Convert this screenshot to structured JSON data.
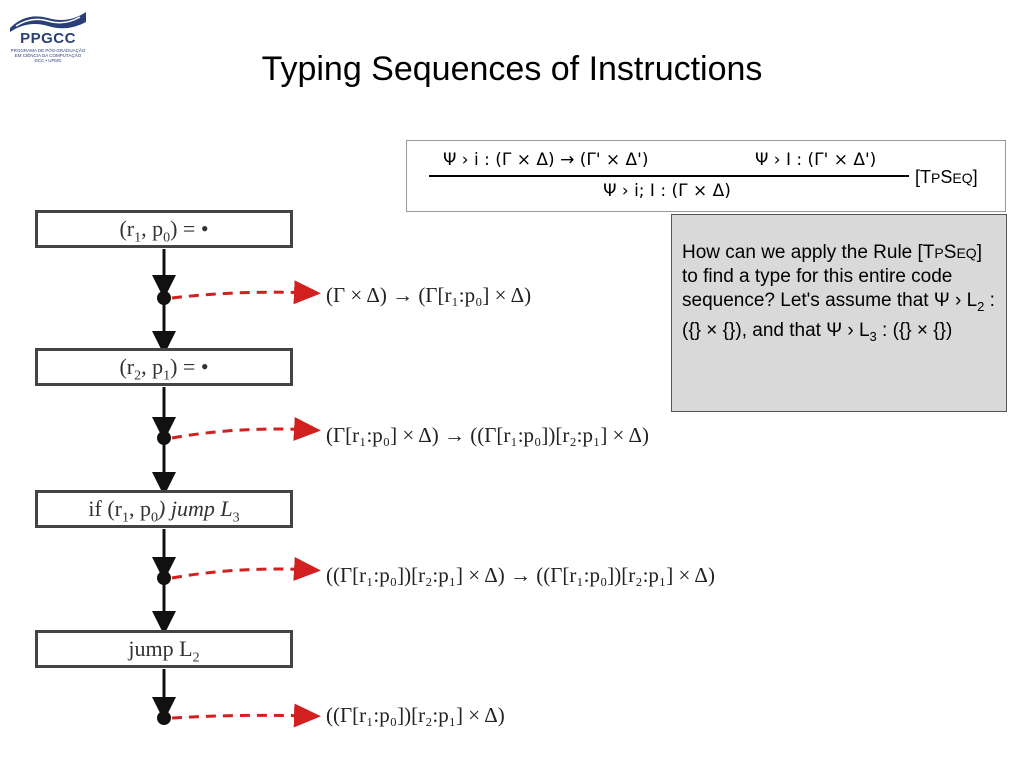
{
  "logo": {
    "text": "PPGCC",
    "sub1": "PROGRAMA DE PÓS-GRADUAÇÃO",
    "sub2": "EM CIÊNCIA DA COMPUTAÇÃO",
    "sub3": "DCC • UFMG"
  },
  "slide": {
    "title": "Typing Sequences of Instructions"
  },
  "rule": {
    "premise_left": "Ψ › i : (Γ × Δ) → (Γ' × Δ')",
    "premise_right": "Ψ › I : (Γ' × Δ')",
    "conclusion": "Ψ › i; I : (Γ × Δ)",
    "name_open": "[",
    "name_t": "T",
    "name_p": "P",
    "name_s": "S",
    "name_eq": "EQ",
    "name_close": "]"
  },
  "question": {
    "intro": "How can we apply the Rule",
    "rule_open": "[T",
    "rule_p": "P",
    "rule_s": "S",
    "rule_eq": "EQ",
    "rule_rest": "] to find a type for this entire code sequence? Let's assume that Ψ › L",
    "sub2": "2",
    "mid": " : ({} × {}), and that Ψ › L",
    "sub3": "3",
    "end": " : ({} × {})"
  },
  "flow": {
    "instructions": [
      {
        "pre": "(r",
        "s1": "1",
        "mid": ", p",
        "s2": "0",
        "post": ") = •"
      },
      {
        "pre": "(r",
        "s1": "2",
        "mid": ", p",
        "s2": "1",
        "post": ") = •"
      },
      {
        "pre": "if (r",
        "s1": "1",
        "mid": ", p",
        "s2": "0",
        "post": ") jump L",
        "s3": "3"
      },
      {
        "text": "jump L",
        "s3": "2"
      }
    ],
    "types": [
      "(Γ × Δ) → (Γ[r₁:p₀] × Δ)",
      "(Γ[r₁:p₀] × Δ) → ((Γ[r₁:p₀])[r₂:p₁] × Δ)",
      "((Γ[r₁:p₀])[r₂:p₁] × Δ) → ((Γ[r₁:p₀])[r₂:p₁] × Δ)",
      "((Γ[r₁:p₀])[r₂:p₁] × Δ)"
    ]
  },
  "colors": {
    "accent_red": "#d22020",
    "box_gray": "#d9d9d9",
    "logo_blue": "#2a3f7a"
  }
}
